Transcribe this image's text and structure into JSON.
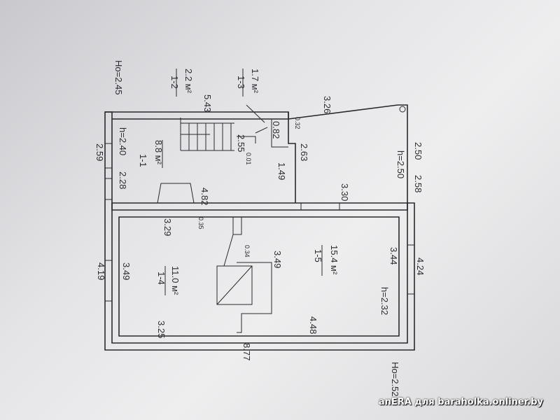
{
  "plan": {
    "ho_top": "Ho=2.45",
    "ho_bottom": "Ho=2.52",
    "h_left": "h=2.40",
    "h_right": "h=2.50",
    "h_main": "h=2.32",
    "rooms": [
      {
        "id": "1-1",
        "area": "8.8 м²"
      },
      {
        "id": "1-2",
        "area": "2.2 м²"
      },
      {
        "id": "1-3",
        "area": "1.7 м²"
      },
      {
        "id": "1-4",
        "area": "11.0 м²"
      },
      {
        "id": "1-5",
        "area": "15.4 м²"
      }
    ],
    "dims": {
      "d543": "5.43",
      "d326": "3.26",
      "d032": "0.32",
      "d082": "0.82",
      "d255": "2.55",
      "d263": "2.63",
      "d001": "0.01",
      "d149": "1.49",
      "d259": "2.59",
      "d228": "2.28",
      "d250": "2.50",
      "d258": "2.58",
      "d482": "4.82",
      "d330": "3.30",
      "d329": "3.29",
      "d035": "0.35",
      "d034": "0.34",
      "d419": "4.19",
      "d349a": "3.49",
      "d349b": "3.49",
      "d344": "3.44",
      "d424": "4.24",
      "d325": "3.25",
      "d448": "4.48",
      "d877": "8.77"
    }
  },
  "watermark": "anERA для baraholka.onliner.by"
}
